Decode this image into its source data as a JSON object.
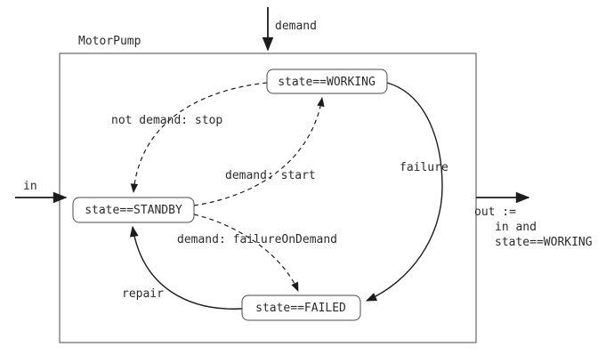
{
  "diagram": {
    "title": "MotorPump",
    "inputs": {
      "demand": "demand",
      "in": "in"
    },
    "output": {
      "line1": "out :=",
      "line2": "in and",
      "line3": "state==WORKING"
    },
    "states": {
      "working": "state==WORKING",
      "standby": "state==STANDBY",
      "failed": "state==FAILED"
    },
    "transitions": {
      "working_to_standby": "not demand: stop",
      "standby_to_working": "demand: start",
      "working_to_failed": "failure",
      "standby_to_failed": "demand: failureOnDemand",
      "failed_to_standby": "repair"
    }
  }
}
